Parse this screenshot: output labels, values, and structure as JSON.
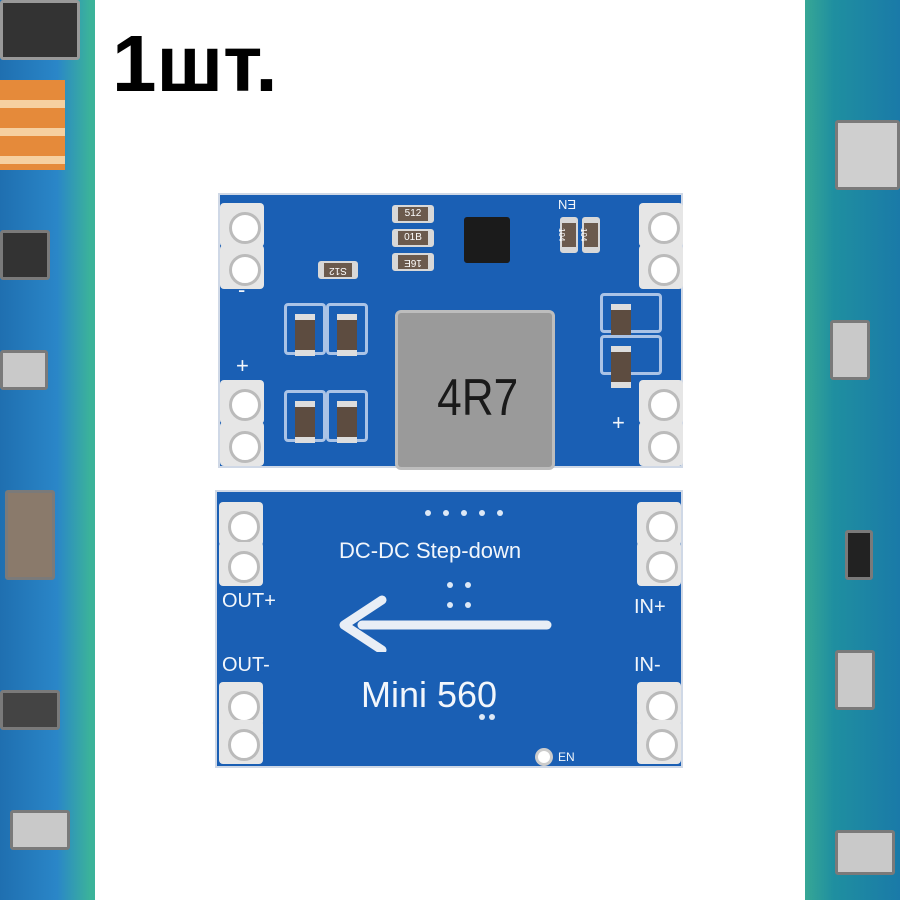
{
  "quantity_label": "1шт.",
  "top_board": {
    "inductor_marking": "4R7",
    "resistor_labels": [
      "512",
      "01B",
      "16E",
      "S12",
      "104",
      "104"
    ],
    "en_label": "EN",
    "minus_label": "-",
    "plus_left": "+",
    "plus_right": "+"
  },
  "bottom_board": {
    "title": "DC-DC Step-down",
    "model": "Mini 560",
    "out_plus": "OUT+",
    "out_minus": "OUT-",
    "in_plus": "IN+",
    "in_minus": "IN-",
    "en_label": "EN"
  },
  "colors": {
    "pcb_blue": "#1a5fb4",
    "pcb_teal": "#1f8fa0"
  }
}
